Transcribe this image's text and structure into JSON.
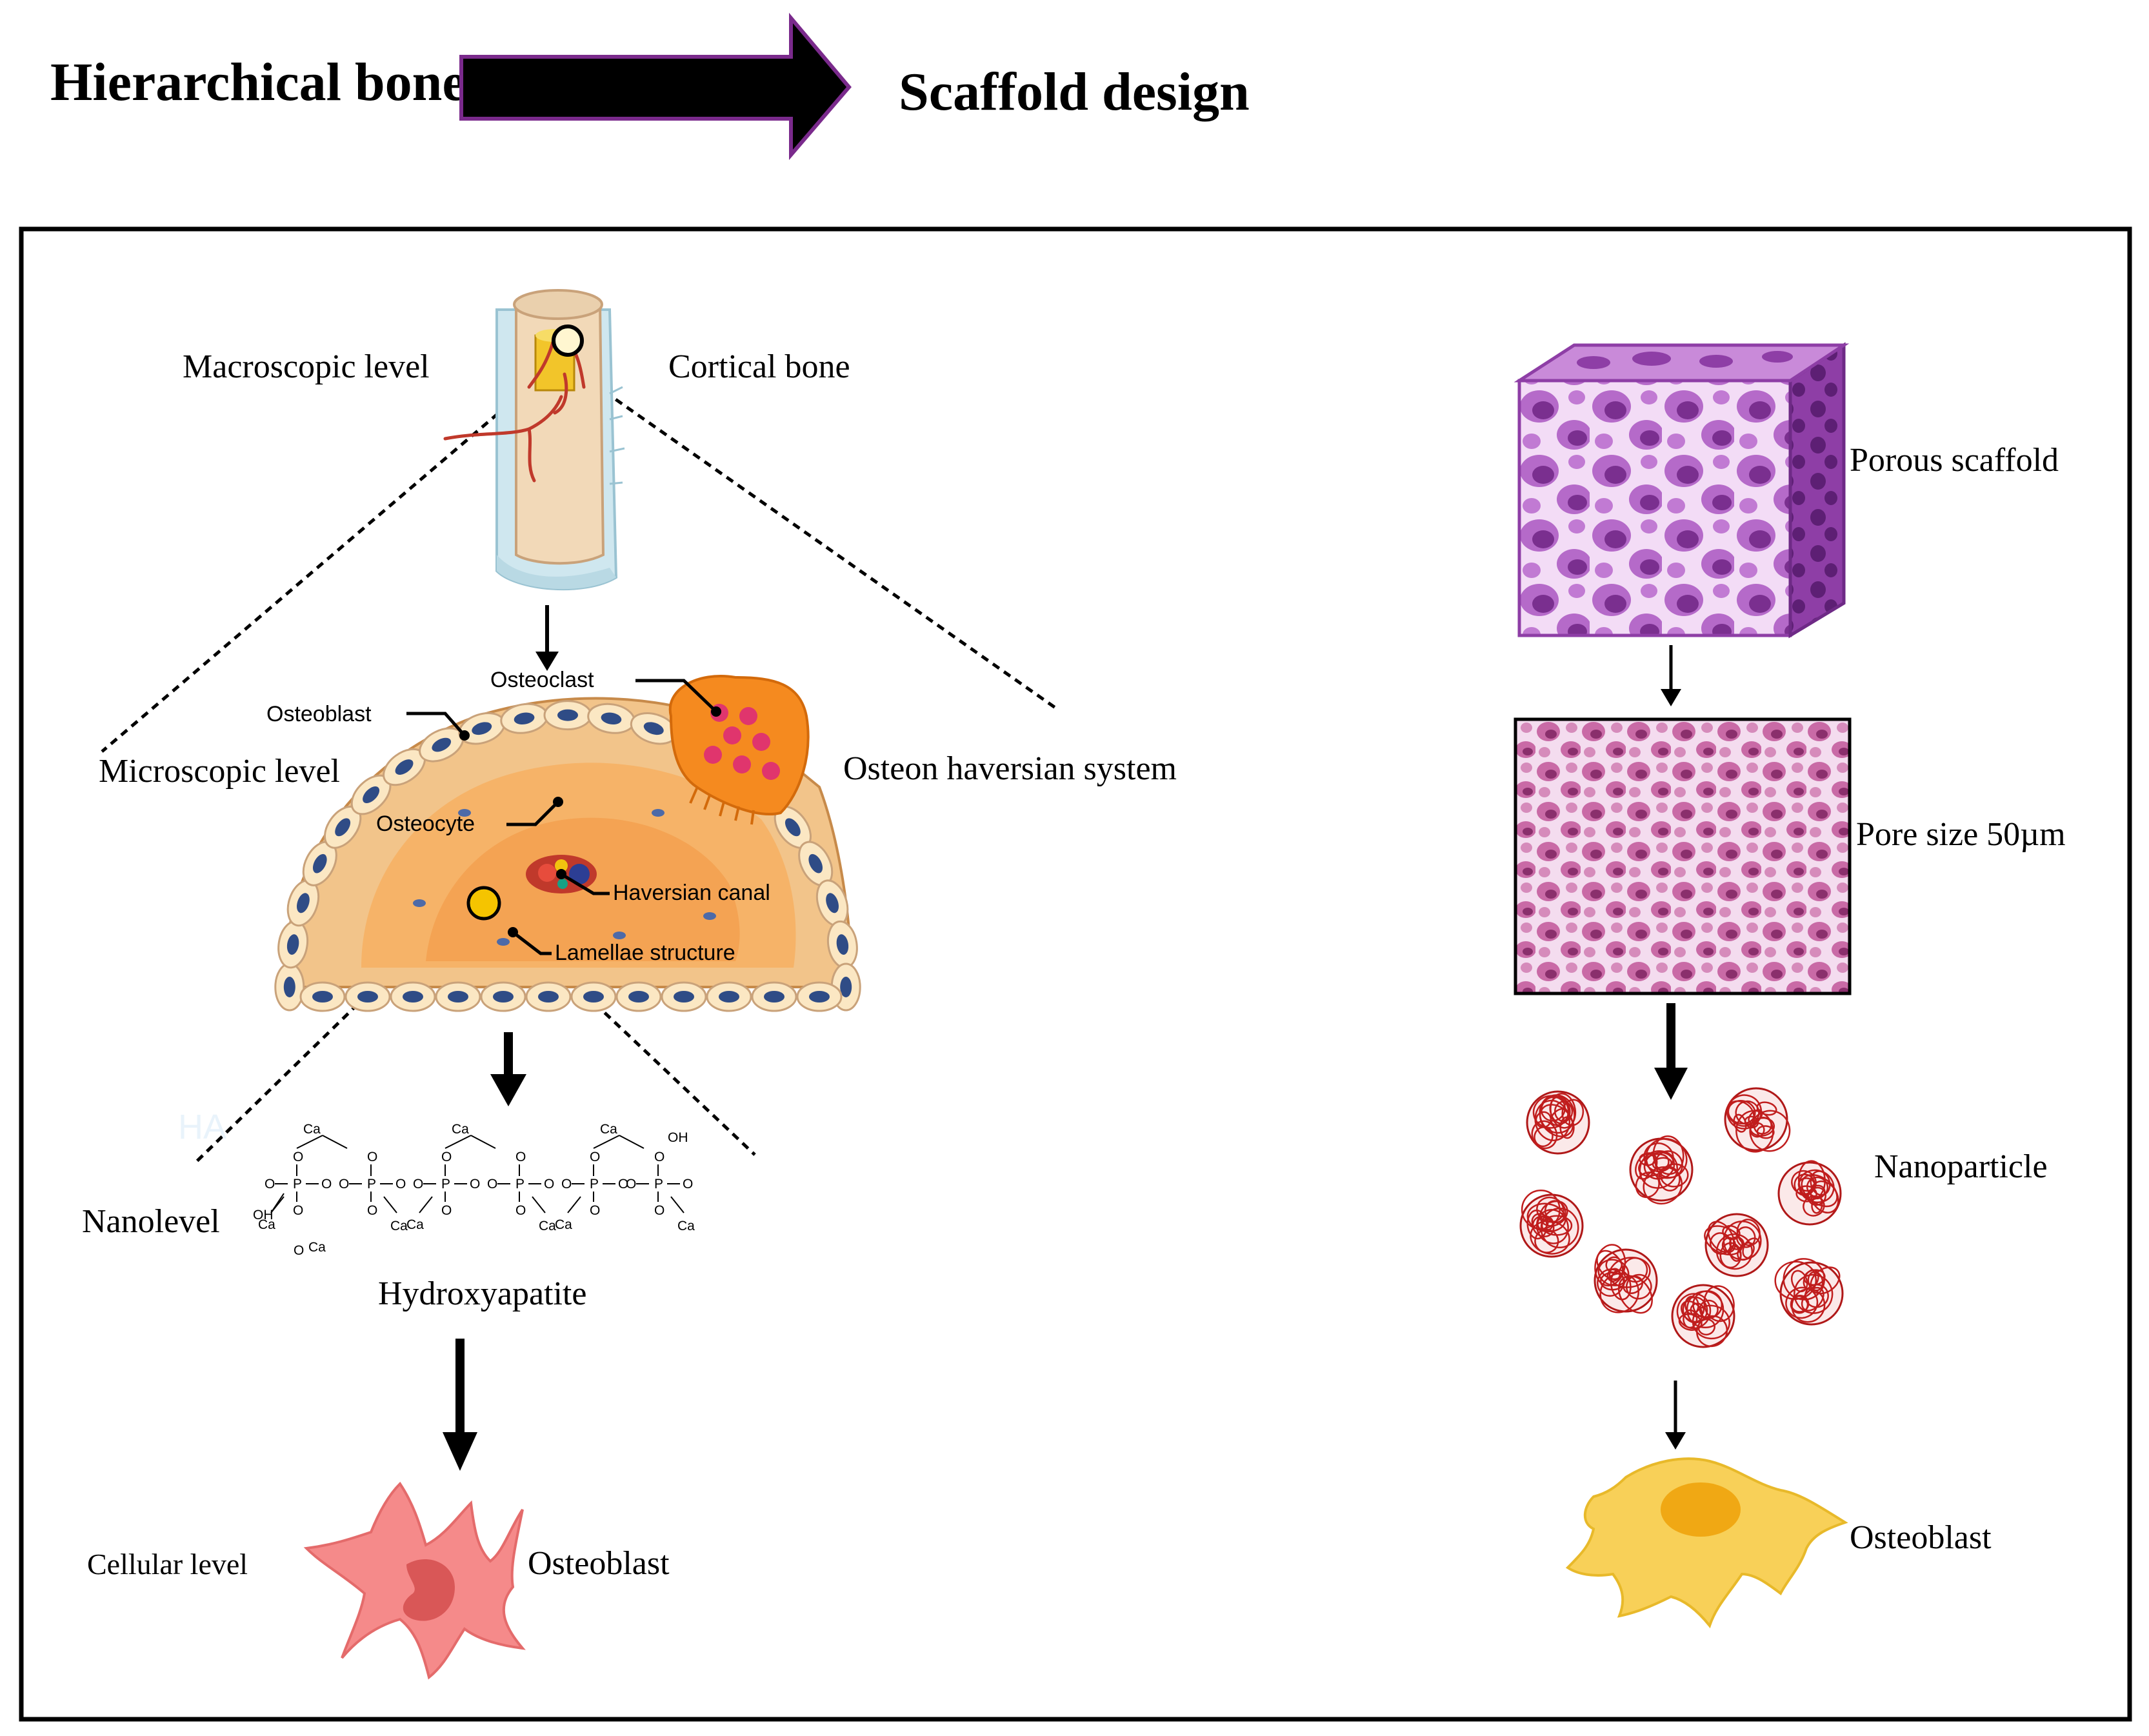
{
  "header": {
    "left_title": "Hierarchical bone",
    "right_title": "Scaffold design"
  },
  "bone": {
    "macroscopic_level": "Macroscopic level",
    "cortical_bone": "Cortical bone",
    "microscopic_level": "Microscopic level",
    "osteon_system": "Osteon haversian system",
    "osteon_callouts": {
      "osteoclast": "Osteoclast",
      "osteoblast": "Osteoblast",
      "osteocyte": "Osteocyte",
      "haversian_canal": "Haversian canal",
      "lamellae": "Lamellae structure"
    },
    "nanolevel": "Nanolevel",
    "hydroxyapatite": "Hydroxyapatite",
    "ha_watermark": "HA",
    "chemistry": {
      "ca": "Ca",
      "o": "O",
      "p": "P",
      "oh": "OH"
    },
    "cellular_level": "Cellular level",
    "osteoblast": "Osteoblast"
  },
  "scaffold": {
    "porous": "Porous scaffold",
    "pore_size": "Pore size 50µm",
    "nanoparticle": "Nanoparticle",
    "osteoblast": "Osteoblast"
  },
  "colors": {
    "arrow_fill": "#000000",
    "arrow_border": "#7a2a8c",
    "bone_beige": "#f2d9b8",
    "periosteum": "#cfe7ef",
    "osteon_orange": "#f7b061",
    "osteoclast_orange": "#f58a1f",
    "osteoclast_nuclei": "#e0356d",
    "cell_nucleus": "#2f4c86",
    "scaffold_purple": "#9b4fb4",
    "scaffold_light": "#e7c8ef",
    "histology_pink": "#c3609e",
    "nanoparticle_red": "#c01d1d",
    "osteoblast_red": "#f27a7a",
    "osteoblast_yellow": "#f8d058"
  }
}
